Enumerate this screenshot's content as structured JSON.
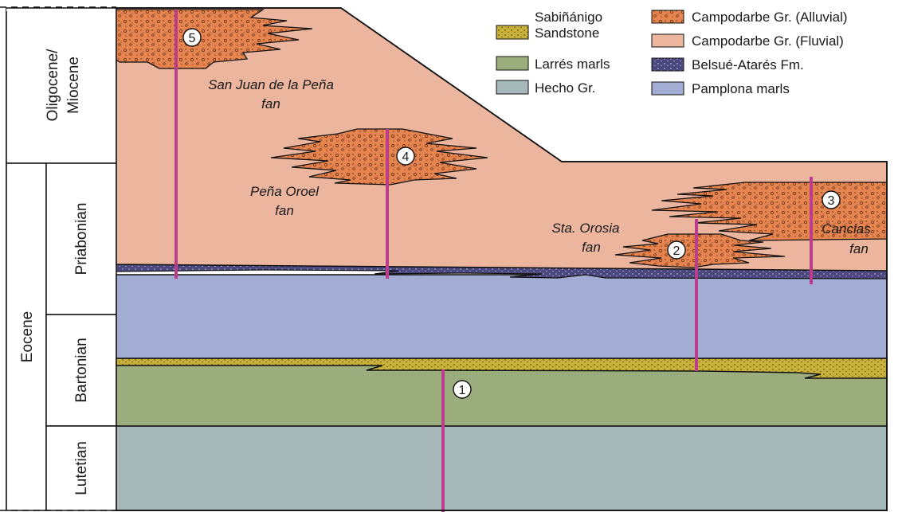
{
  "colors": {
    "campodarbe_alluvial": "#e5844e",
    "campodarbe_fluvial": "#ebb59e",
    "belsue_atares": "#4b4880",
    "pamplona": "#a3acd2",
    "sabinanigo": "#c8b13a",
    "larres": "#9bad7d",
    "hecho": "#a6b8ba",
    "wells": "#bb3d8b",
    "outline": "#111111"
  },
  "legend": [
    {
      "id": "sabinanigo",
      "label": "Sabiñánigo",
      "label2": "Sandstone",
      "pattern": "dots",
      "color_key": "sabinanigo"
    },
    {
      "id": "larres",
      "label": "Larrés marls",
      "pattern": "plain",
      "color_key": "larres"
    },
    {
      "id": "hecho",
      "label": "Hecho Gr.",
      "pattern": "plain",
      "color_key": "hecho"
    },
    {
      "id": "campodarbe-alluvial",
      "label": "Campodarbe Gr. (Alluvial)",
      "pattern": "conglomerate",
      "color_key": "campodarbe_alluvial"
    },
    {
      "id": "campodarbe-fluvial",
      "label": "Campodarbe Gr. (Fluvial)",
      "pattern": "plain",
      "color_key": "campodarbe_fluvial"
    },
    {
      "id": "belsue-atares",
      "label": "Belsué-Atarés Fm.",
      "pattern": "dots-dark",
      "color_key": "belsue_atares"
    },
    {
      "id": "pamplona",
      "label": "Pamplona marls",
      "pattern": "plain",
      "color_key": "pamplona"
    }
  ],
  "chronostratigraphy": {
    "epochs": [
      {
        "id": "oligocene-miocene",
        "label_line1": "Oligocene/",
        "label_line2": "Miocene"
      },
      {
        "id": "eocene",
        "label": "Eocene"
      }
    ],
    "stages": [
      {
        "id": "priabonian",
        "label": "Priabonian"
      },
      {
        "id": "bartonian",
        "label": "Bartonian"
      },
      {
        "id": "lutetian",
        "label": "Lutetian"
      }
    ]
  },
  "fans": [
    {
      "id": "san-juan",
      "line1": "San Juan de la Peña",
      "line2": "fan",
      "number": "5"
    },
    {
      "id": "pena-oroel",
      "line1": "Peña Oroel",
      "line2": "fan",
      "number": "4"
    },
    {
      "id": "sta-orosia",
      "line1": "Sta. Orosia",
      "line2": "fan",
      "number": "2"
    },
    {
      "id": "cancias",
      "line1": "Cancias",
      "line2": "fan",
      "number": "3"
    }
  ],
  "sections": [
    {
      "id": "section-1",
      "number": "1"
    },
    {
      "id": "section-2",
      "number": "2"
    },
    {
      "id": "section-3",
      "number": "3"
    },
    {
      "id": "section-4",
      "number": "4"
    },
    {
      "id": "section-5",
      "number": "5"
    }
  ]
}
